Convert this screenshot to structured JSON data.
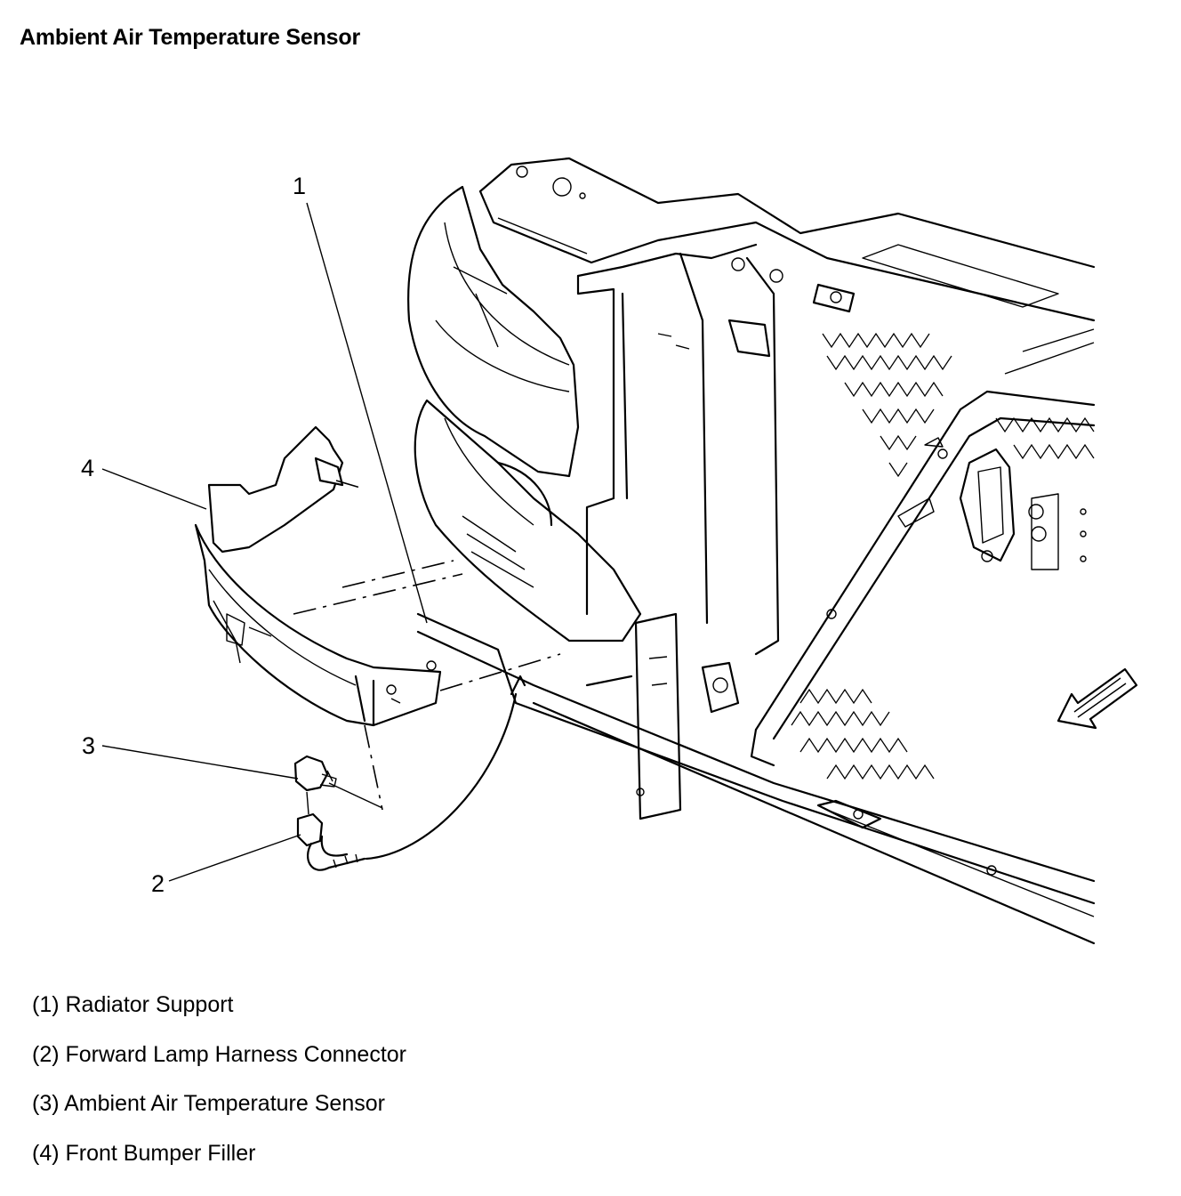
{
  "title": "Ambient Air Temperature Sensor",
  "callouts": [
    "1",
    "2",
    "3",
    "4"
  ],
  "legend": [
    "(1) Radiator Support",
    "(2) Forward Lamp Harness Connector",
    "(3) Ambient Air Temperature Sensor",
    "(4) Front Bumper Filler"
  ]
}
